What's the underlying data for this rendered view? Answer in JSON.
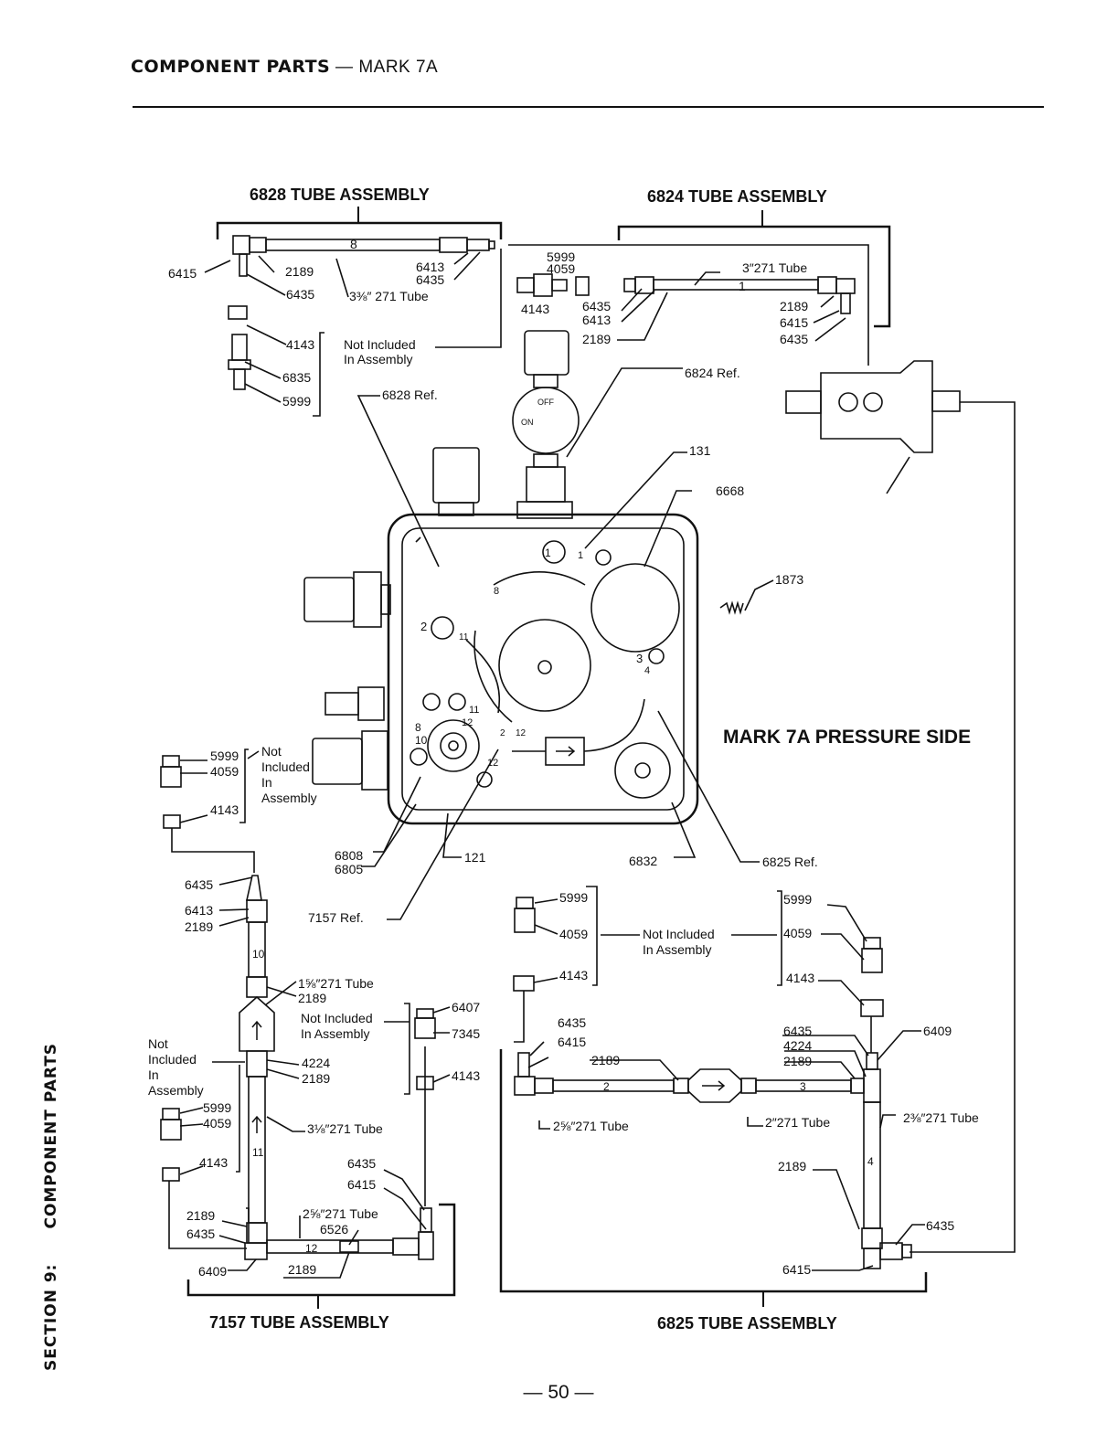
{
  "header": {
    "bold": "COMPONENT PARTS",
    "dash": "—",
    "model": "MARK 7A"
  },
  "side_label": {
    "section": "SECTION 9:",
    "title": "COMPONENT PARTS"
  },
  "page_number": "— 50 —",
  "main_title": "MARK 7A PRESSURE SIDE",
  "assemblies": {
    "a6828": "6828 TUBE ASSEMBLY",
    "a6824": "6824 TUBE ASSEMBLY",
    "a7157": "7157 TUBE ASSEMBLY",
    "a6825": "6825 TUBE ASSEMBLY"
  },
  "labels": {
    "t1": "6415",
    "t2": "2189",
    "t3": "6435",
    "t4": "3⅜″ 271 Tube",
    "t5": "6413",
    "t6": "6435",
    "t7": "8",
    "t8": "4143",
    "t9": "6835",
    "t10": "5999",
    "t11": "Not Included",
    "t12": "In Assembly",
    "t13": "6828 Ref.",
    "r1": "5999",
    "r2": "4059",
    "r3": "4143",
    "r4": "6435",
    "r5": "6413",
    "r6": "2189",
    "r7": "3″271 Tube",
    "r8": "1",
    "r9": "2189",
    "r10": "6415",
    "r11": "6435",
    "r12": "6824 Ref.",
    "r13": "131",
    "r14": "6668",
    "r15": "1873",
    "r16": "ON",
    "r17": "OFF",
    "m1": "5999",
    "m2": "4059",
    "m3": "4143",
    "m4": "Not",
    "m5": "Included",
    "m6": "In",
    "m7": "Assembly",
    "m8": "6808",
    "m9": "6805",
    "m10": "121",
    "m11": "6832",
    "m12": "6825 Ref.",
    "m13": "7157 Ref.",
    "l1": "6435",
    "l2": "6413",
    "l3": "2189",
    "l4": "10",
    "l5": "1⅝″271 Tube",
    "l6": "2189",
    "l7": "Not Included",
    "l8": "In Assembly",
    "l9": "6407",
    "l10": "7345",
    "l11": "4143",
    "l12": "Not",
    "l13": "Included",
    "l14": "In",
    "l15": "Assembly",
    "l16": "4224",
    "l17": "2189",
    "l18": "5999",
    "l19": "4059",
    "l20": "4143",
    "l21": "3⅛″271 Tube",
    "l22": "11",
    "l23": "6435",
    "l24": "6415",
    "l25": "2⅝″271 Tube",
    "l26": "6526",
    "l27": "2189",
    "l28": "6435",
    "l29": "12",
    "l30": "6409",
    "l31": "2189",
    "b1": "5999",
    "b2": "4059",
    "b3": "4143",
    "b4": "Not Included",
    "b5": "In Assembly",
    "b6": "5999",
    "b7": "4059",
    "b8": "4143",
    "b9": "6435",
    "b10": "6415",
    "b11": "2189",
    "b12": "2",
    "b13": "2⅝″271 Tube",
    "b14": "6435",
    "b15": "4224",
    "b16": "2189",
    "b17": "3",
    "b18": "2″271 Tube",
    "b19": "6409",
    "b20": "2⅜″271 Tube",
    "b21": "2189",
    "b22": "4",
    "b23": "6435",
    "b24": "6415",
    "p1": "1",
    "p2": "2",
    "p3": "3",
    "p4": "4",
    "p5": "8",
    "p6": "10",
    "p7": "11",
    "p8": "12",
    "p9": "12",
    "p10": "12",
    "p11": "11",
    "p12": "2",
    "p13": "8",
    "p14": "1"
  }
}
